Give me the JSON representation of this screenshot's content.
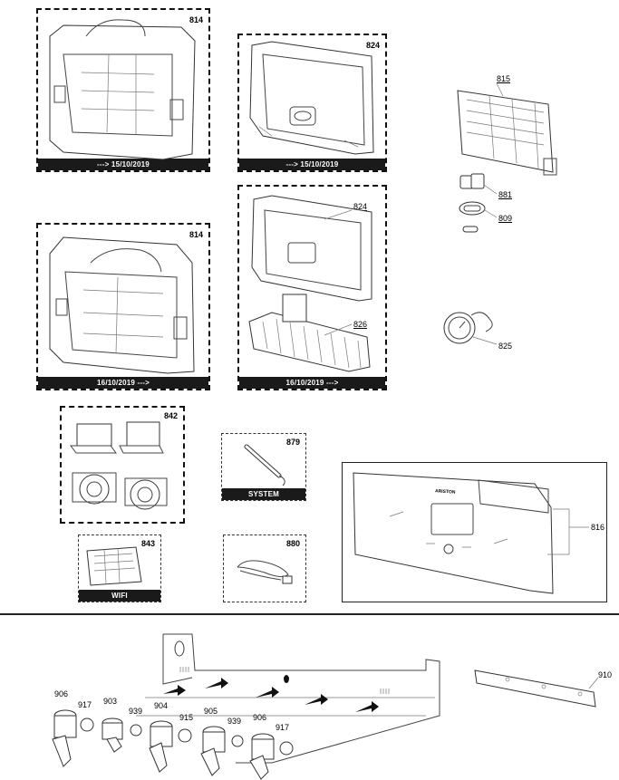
{
  "boxes": {
    "b814_old": {
      "number": "814",
      "date": "---> 15/10/2019"
    },
    "b824_old": {
      "number": "824",
      "date": "---> 15/10/2019"
    },
    "b814_new": {
      "number": "814",
      "date": "16/10/2019 --->"
    },
    "b824_new": {
      "number_top": "824",
      "number_bottom": "826",
      "date": "16/10/2019 --->"
    },
    "b842": {
      "number": "842"
    },
    "b879": {
      "number": "879",
      "band": "SYSTEM"
    },
    "b843": {
      "number": "843",
      "band": "WIFI"
    },
    "b880": {
      "number": "880"
    }
  },
  "callouts": {
    "p815": "815",
    "p881": "881",
    "p809": "809",
    "p825": "825",
    "p816": "816",
    "p910": "910"
  },
  "bottom_labels": {
    "l906a": "906",
    "l917a": "917",
    "l903": "903",
    "l939a": "939",
    "l904": "904",
    "l915": "915",
    "l905": "905",
    "l939b": "939",
    "l906b": "906",
    "l917b": "917"
  },
  "panel_brand": "ARISTON"
}
